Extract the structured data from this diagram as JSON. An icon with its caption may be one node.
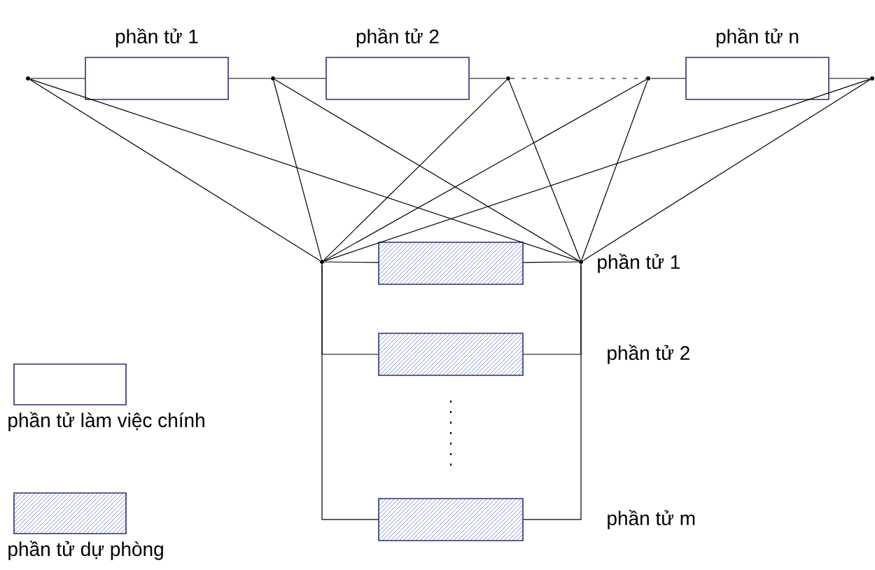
{
  "diagram": {
    "nodes": [
      {
        "text": [],
        "shape": "dot"
      },
      {
        "text": [
          "phần tử 1"
        ]
      },
      {
        "text": [],
        "shape": "dot"
      },
      {
        "text": [
          "phần tử 2"
        ]
      },
      {
        "text": [],
        "shape": "dot"
      },
      {
        "text": [],
        "shape": "dot"
      },
      {
        "text": [
          "phần tử n"
        ]
      },
      {
        "text": [],
        "shape": "dot"
      },
      {
        "text": [],
        "shape": "dot"
      },
      {
        "text": [],
        "shape": "dot"
      },
      {
        "text": [],
        "shape": "box"
      },
      {
        "text": [],
        "shape": "box"
      },
      {
        "text": [],
        "shape": "box"
      }
    ],
    "labels": [
      "phần tử 1",
      "phần tử 2",
      "phần tử m"
    ],
    "edges": [
      {
        "from": 0,
        "to": 1,
        "arrow": "none"
      },
      {
        "from": 1,
        "to": 2,
        "arrow": "none"
      },
      {
        "from": 2,
        "to": 3,
        "arrow": "none"
      },
      {
        "from": 3,
        "to": 4,
        "arrow": "none"
      },
      {
        "from": 4,
        "to": 5,
        "arrow": "none",
        "style": "dashed"
      },
      {
        "from": 5,
        "to": 6,
        "arrow": "none"
      },
      {
        "from": 6,
        "to": 7,
        "arrow": "none"
      },
      {
        "from": 0,
        "to": 8,
        "arrow": "none"
      },
      {
        "from": 0,
        "to": 9,
        "arrow": "none"
      },
      {
        "from": 2,
        "to": 8,
        "arrow": "none"
      },
      {
        "from": 2,
        "to": 9,
        "arrow": "none"
      },
      {
        "from": 4,
        "to": 8,
        "arrow": "none"
      },
      {
        "from": 4,
        "to": 9,
        "arrow": "none"
      },
      {
        "from": 5,
        "to": 8,
        "arrow": "none"
      },
      {
        "from": 5,
        "to": 9,
        "arrow": "none"
      },
      {
        "from": 7,
        "to": 8,
        "arrow": "none"
      },
      {
        "from": 7,
        "to": 9,
        "arrow": "none"
      },
      {
        "from": 8,
        "to": 10,
        "arrow": "none"
      },
      {
        "from": 10,
        "to": 9,
        "arrow": "none"
      },
      {
        "from": 8,
        "to": 11,
        "arrow": "none"
      },
      {
        "from": 11,
        "to": 9,
        "arrow": "none"
      },
      {
        "from": 8,
        "to": 12,
        "arrow": "none"
      },
      {
        "from": 12,
        "to": 9,
        "arrow": "none"
      }
    ],
    "legend": [
      {
        "text": "phần tử làm việc chính"
      },
      {
        "text": "phần tử dự phòng"
      }
    ]
  }
}
